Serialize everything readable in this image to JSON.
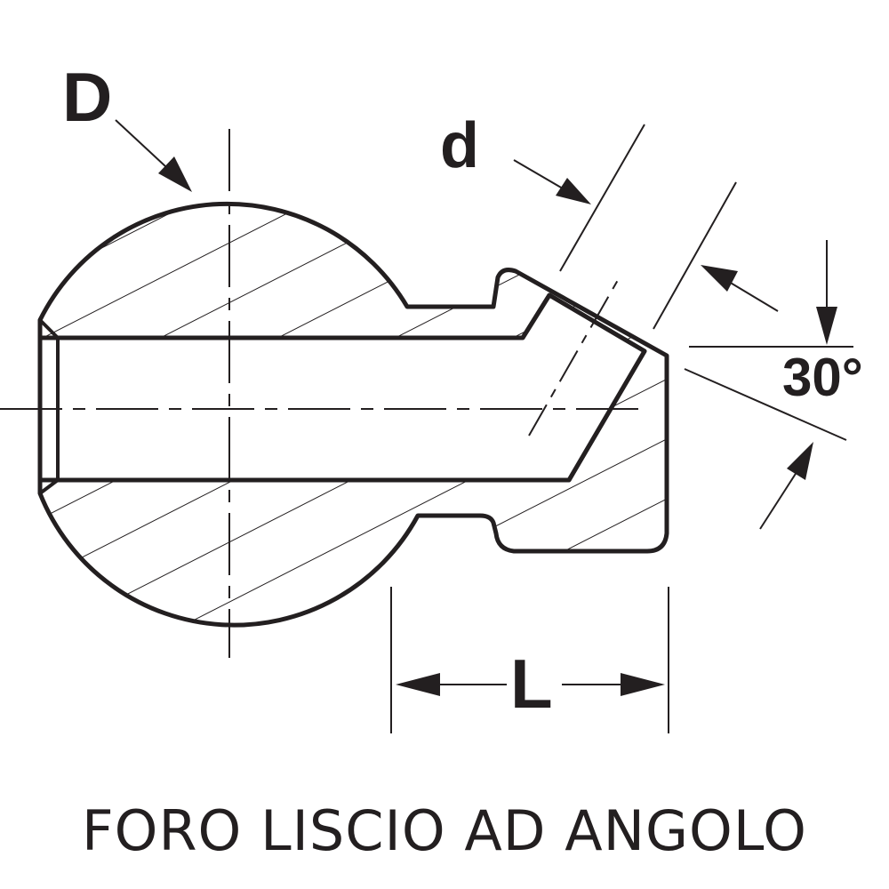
{
  "labels": {
    "D": "D",
    "d": "d",
    "angle": "30°",
    "L": "L"
  },
  "caption": "FORO LISCIO AD ANGOLO",
  "colors": {
    "ink": "#231f20",
    "background": "#ffffff"
  }
}
